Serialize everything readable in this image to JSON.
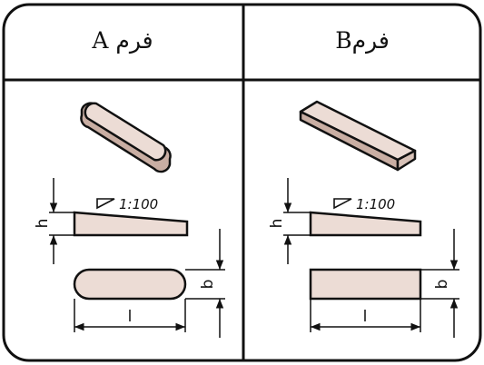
{
  "table": {
    "form_a": {
      "heading": "فرم A",
      "slope": "1:100",
      "height_label": "h",
      "width_label": "b",
      "length_label": "l"
    },
    "form_b": {
      "heading": "فرمB",
      "slope": "1:100",
      "height_label": "h",
      "width_label": "b",
      "length_label": "l"
    }
  },
  "colors": {
    "part_fill": "#ecdcd5",
    "part_shade": "#c9aea3",
    "line": "#111111"
  }
}
